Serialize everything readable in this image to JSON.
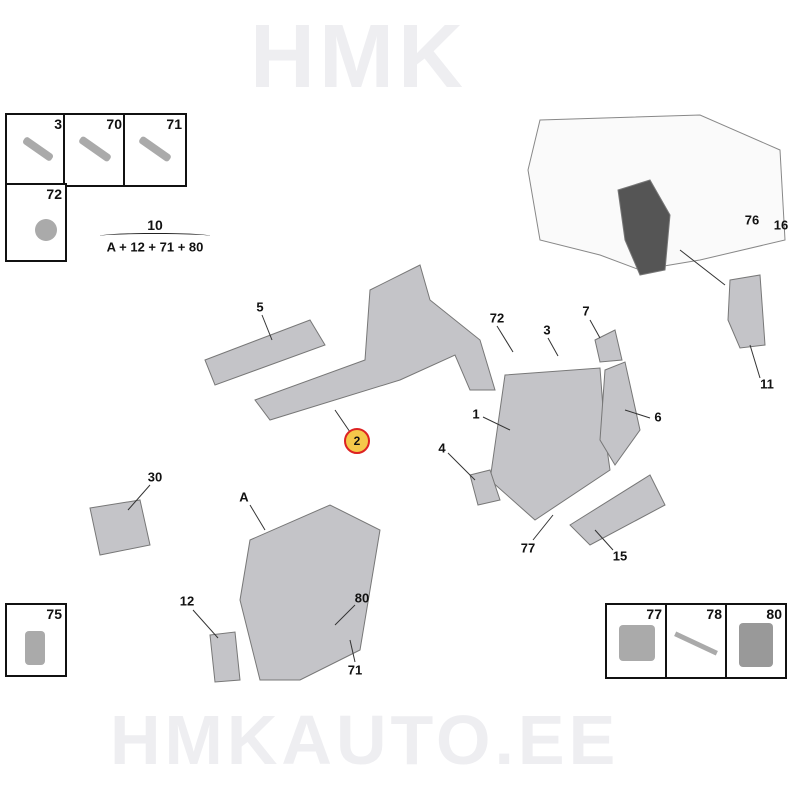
{
  "watermark": {
    "top": "HMK",
    "bottom": "HMKAUTO.EE"
  },
  "fastener_boxes_top": [
    {
      "num": "3",
      "icon": "stud-icon"
    },
    {
      "num": "70",
      "icon": "screw-icon"
    },
    {
      "num": "71",
      "icon": "screw-icon"
    },
    {
      "num": "72",
      "icon": "self-tapping-screw-icon"
    }
  ],
  "kit": {
    "num": "10",
    "formula": "A + 12 + 71 + 80"
  },
  "box_75": {
    "num": "75",
    "icon": "nut-insert-icon"
  },
  "fastener_boxes_bottom": [
    {
      "num": "77",
      "icon": "clip-icon"
    },
    {
      "num": "78",
      "icon": "rivet-icon"
    },
    {
      "num": "80",
      "icon": "spring-nut-icon"
    }
  ],
  "callouts": {
    "c5": "5",
    "c72": "72",
    "c3": "3",
    "c7": "7",
    "c76": "76",
    "c16": "16",
    "c11": "11",
    "c1": "1",
    "c6": "6",
    "c2": "2",
    "c4": "4",
    "c30": "30",
    "cA": "A",
    "c77": "77",
    "c15": "15",
    "c12": "12",
    "c80": "80",
    "c71": "71"
  },
  "colors": {
    "highlight": "#f5c84a",
    "highlight_border": "#d22222",
    "part": "#b9b9bd"
  }
}
